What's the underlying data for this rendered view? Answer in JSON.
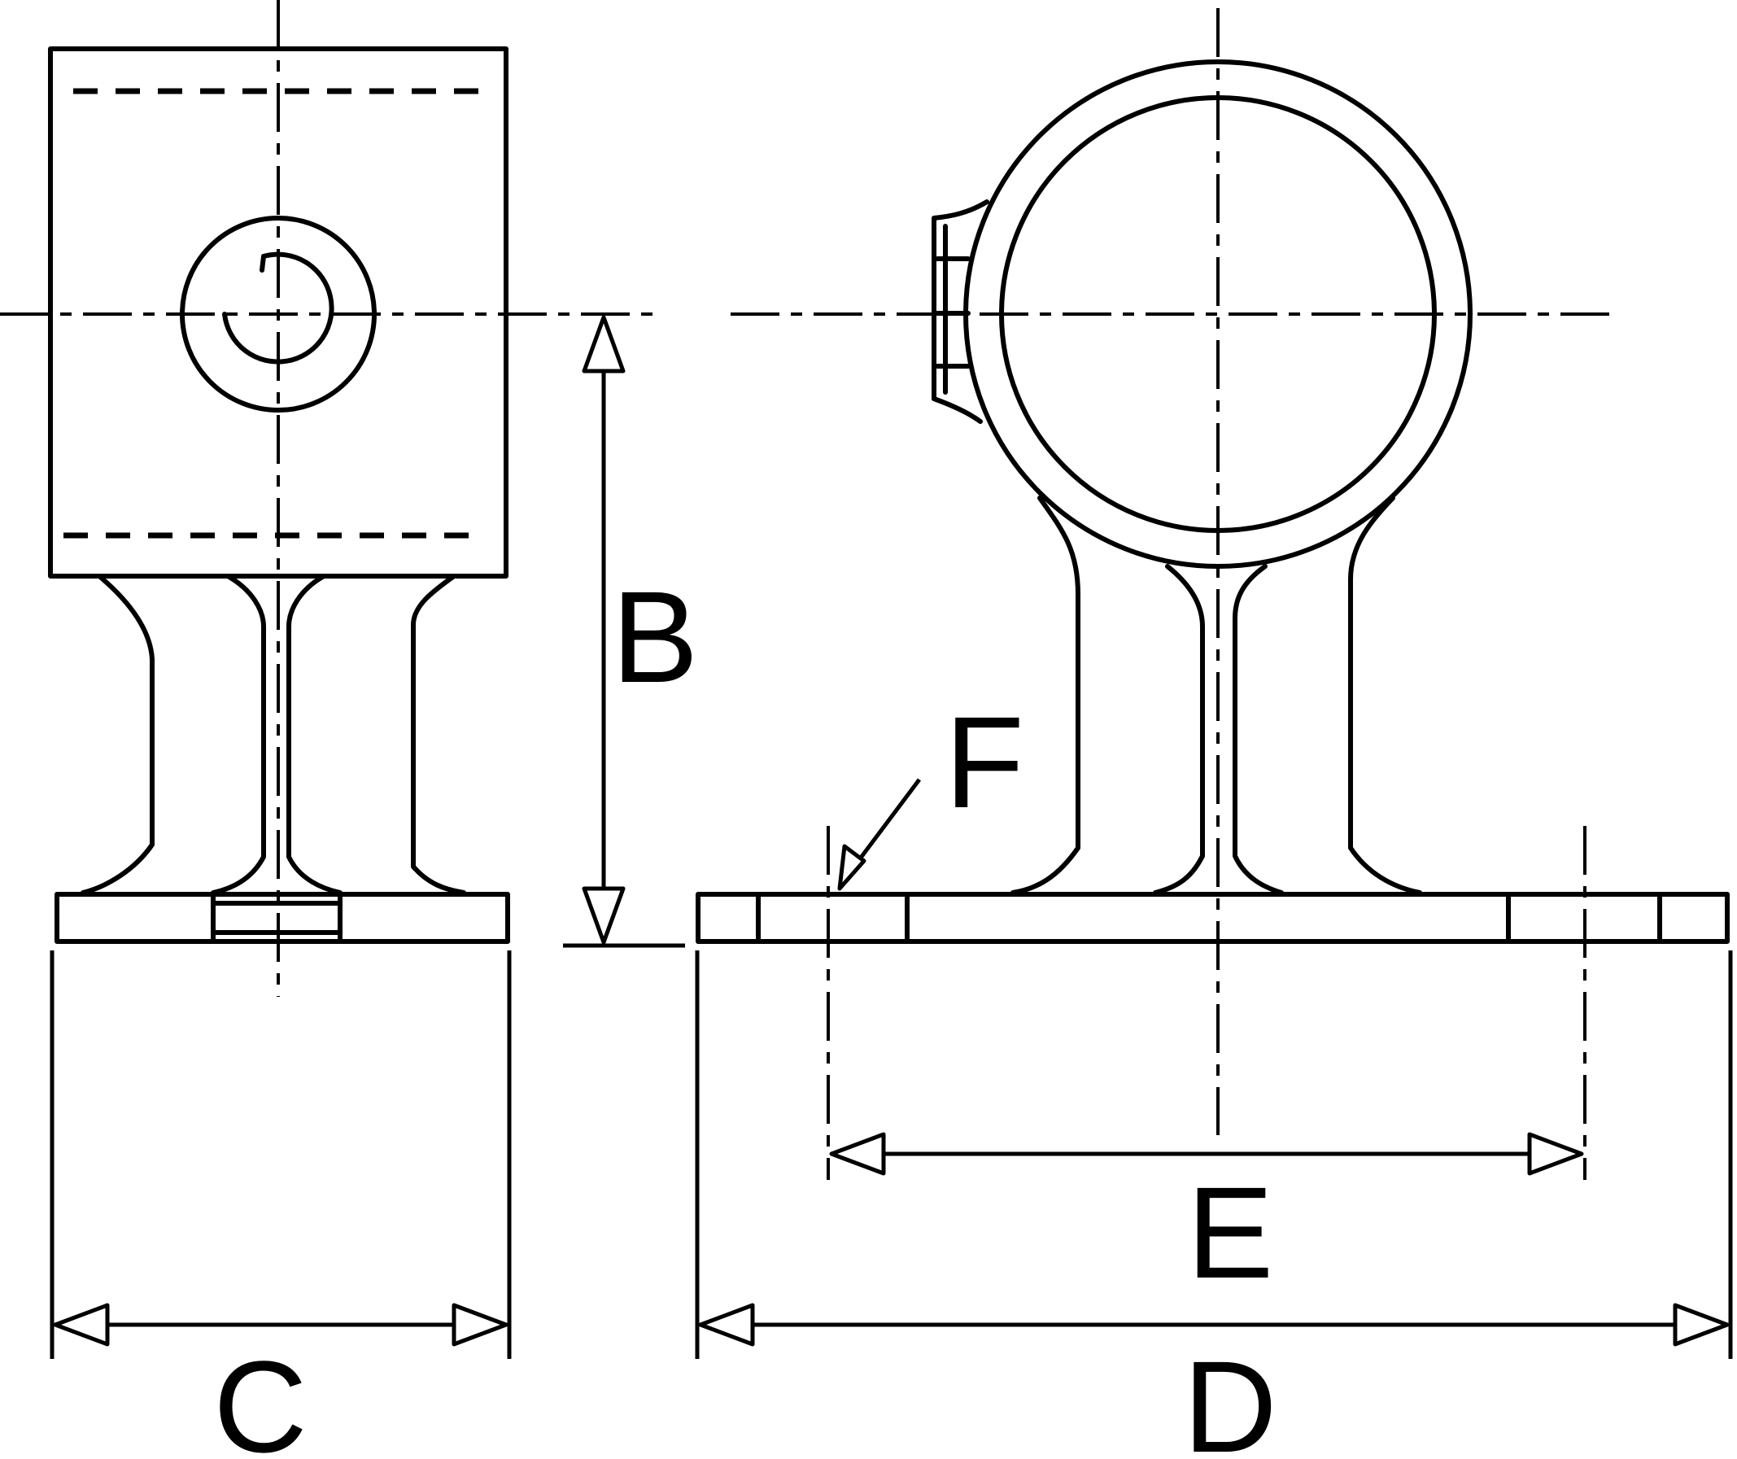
{
  "dimension_labels": {
    "B": "B",
    "C": "C",
    "D": "D",
    "E": "E",
    "F": "F"
  }
}
